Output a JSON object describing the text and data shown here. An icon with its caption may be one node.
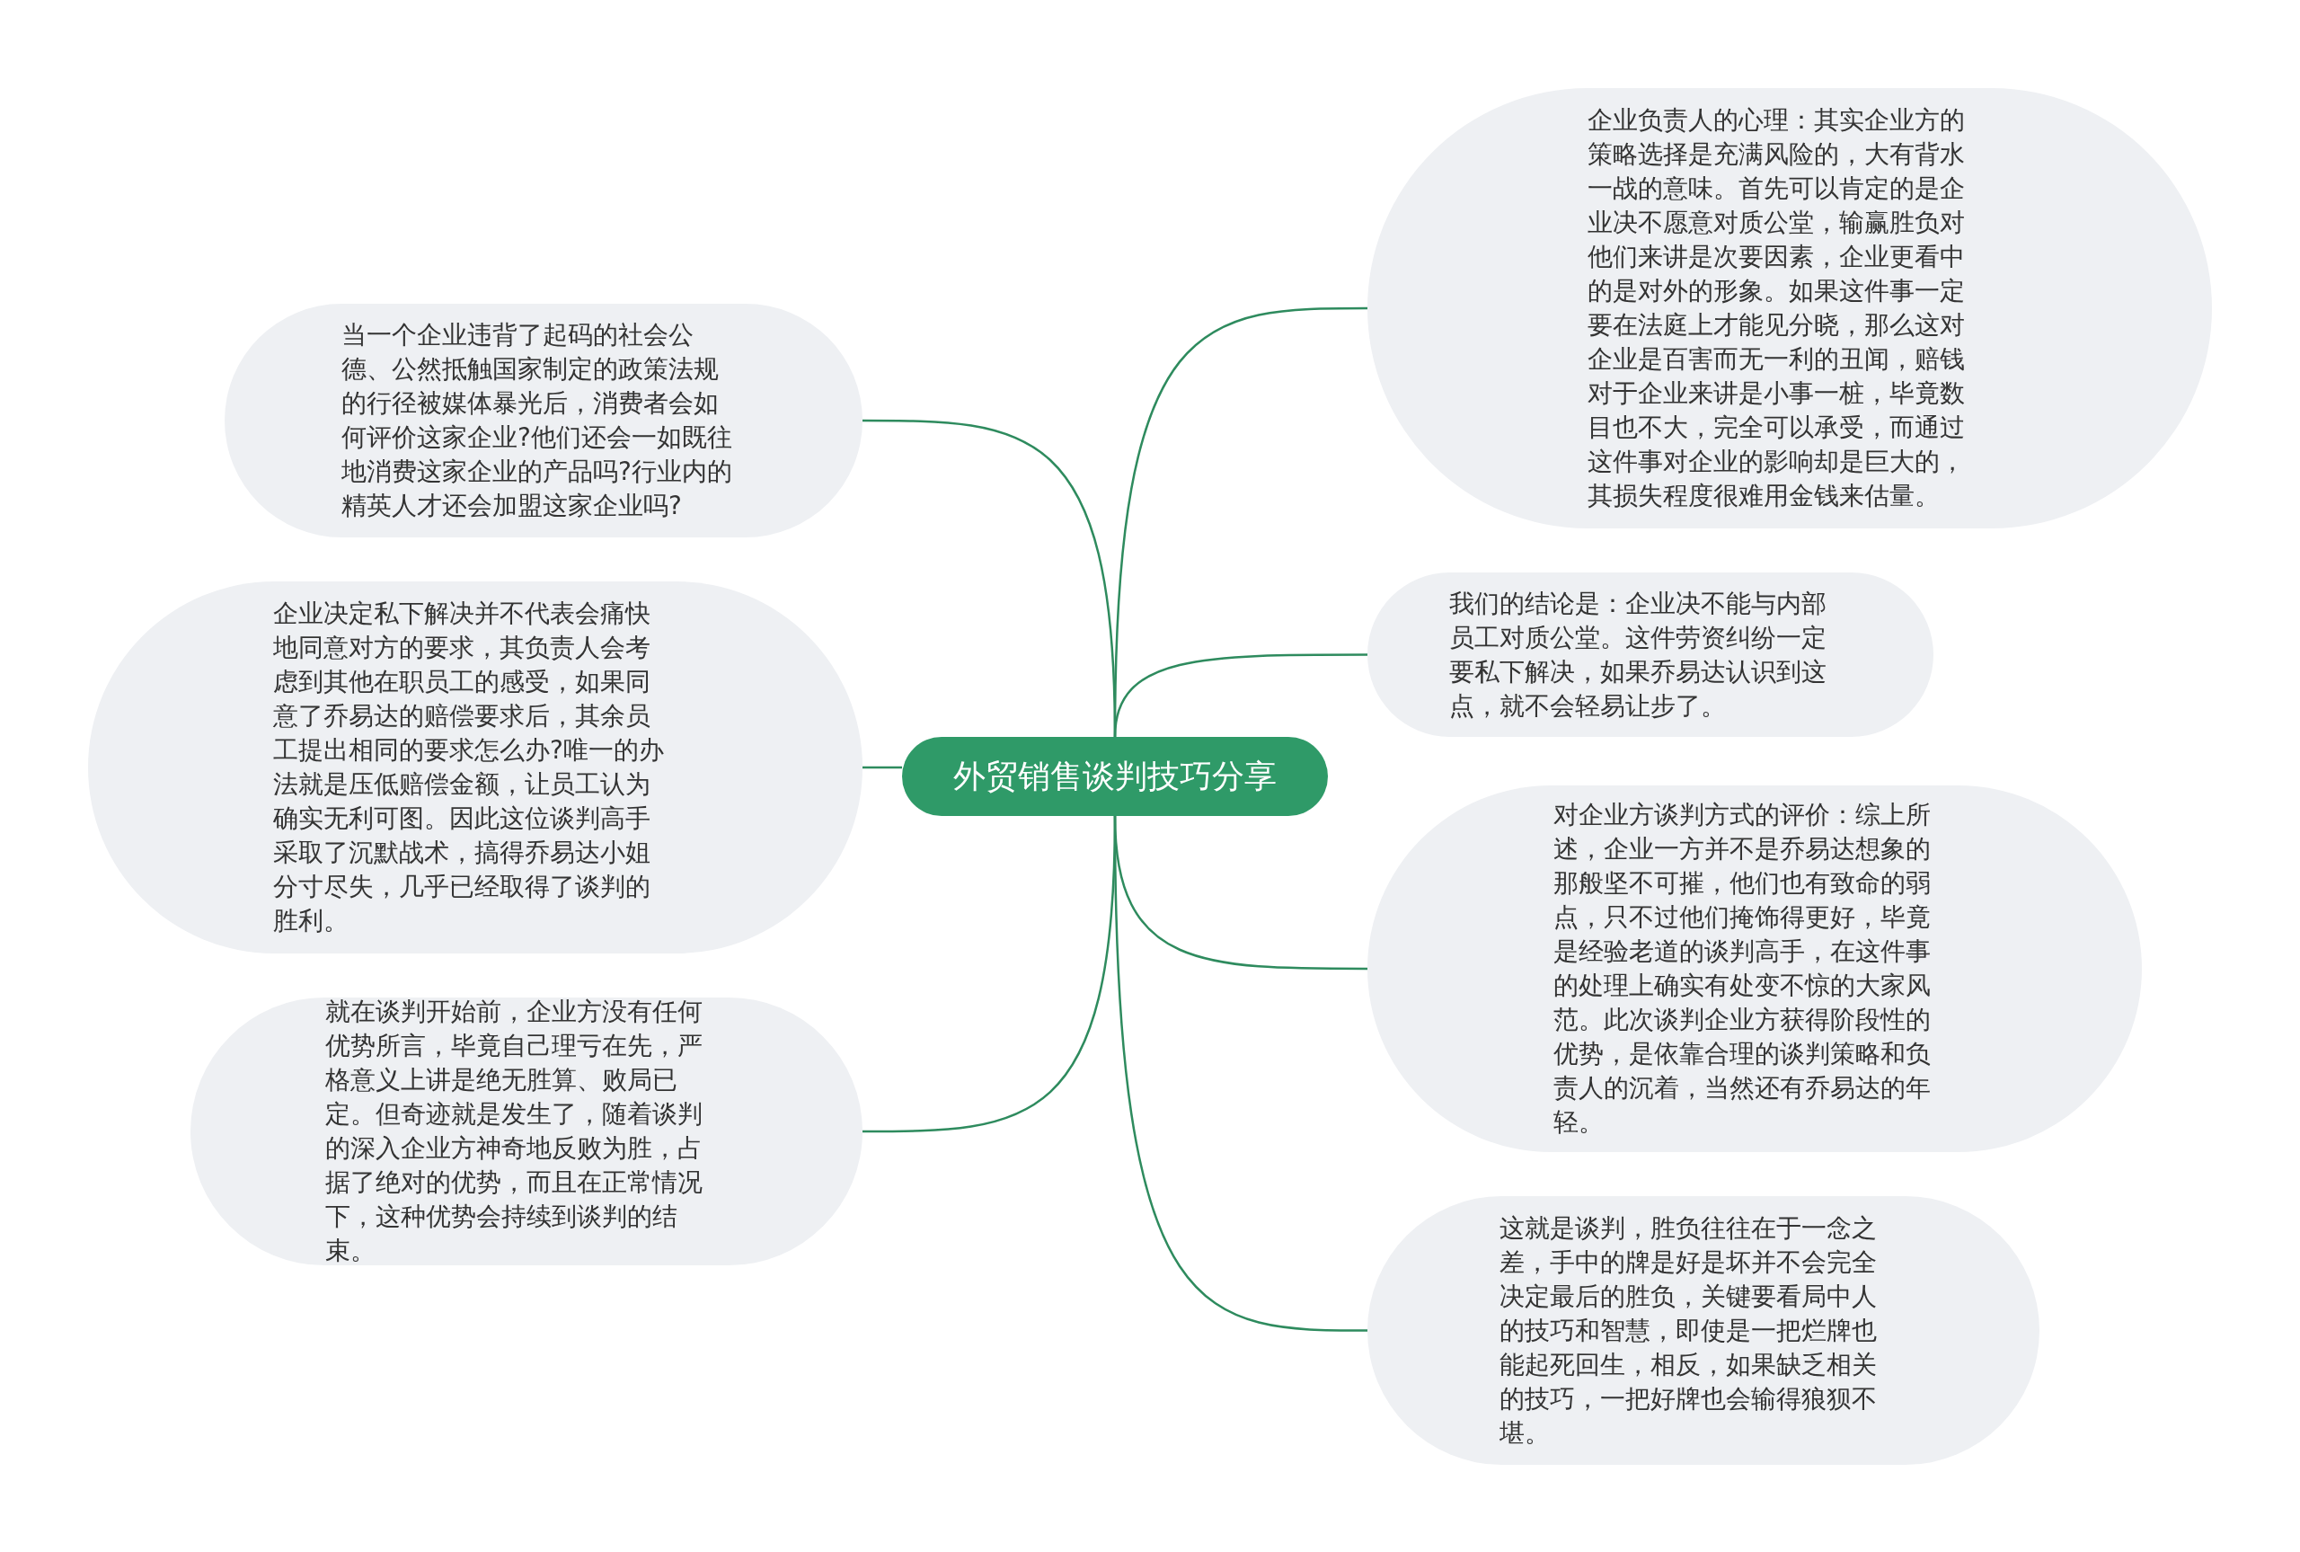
{
  "diagram": {
    "nodes": [
      {
        "text": [
          "外贸销售谈判技巧分享"
        ]
      },
      {
        "text": [
          "当一个企业违背了起码的社会公德、公然抵触国家制定的政策法规的行径被媒体暴光后，消费者会如何评价这家企业?他们还会一如既往地消费这家企业的产品吗?行业内的精英人才还会加盟这家企业吗?"
        ]
      },
      {
        "text": [
          "企业决定私下解决并不代表会痛快地同意对方的要求，其负责人会考虑到其他在职员工的感受，如果同意了乔易达的赔偿要求后，其余员工提出相同的要求怎么办?唯一的办法就是压低赔偿金额，让员工认为确实无利可图。因此这位谈判高手采取了沉默战术，搞得乔易达小姐分寸尽失，几乎已经取得了谈判的胜利。"
        ]
      },
      {
        "text": [
          "就在谈判开始前，企业方没有任何优势所言，毕竟自己理亏在先，严格意义上讲是绝无胜算、败局已定。但奇迹就是发生了，随着谈判的深入企业方神奇地反败为胜，占据了绝对的优势，而且在正常情况下，这种优势会持续到谈判的结束。"
        ]
      },
      {
        "text": [
          "企业负责人的心理：其实企业方的策略选择是充满风险的，大有背水一战的意味。首先可以肯定的是企业决不愿意对质公堂，输赢胜负对他们来讲是次要因素，企业更看中的是对外的形象。如果这件事一定要在法庭上才能见分晓，那么这对企业是百害而无一利的丑闻，赔钱对于企业来讲是小事一桩，毕竟数目也不大，完全可以承受，而通过这件事对企业的影响却是巨大的，其损失程度很难用金钱来估量。"
        ]
      },
      {
        "text": [
          "我们的结论是：企业决不能与内部员工对质公堂。这件劳资纠纷一定要私下解决，如果乔易达认识到这点，就不会轻易让步了。"
        ]
      },
      {
        "text": [
          "对企业方谈判方式的评价：综上所述，企业一方并不是乔易达想象的那般坚不可摧，他们也有致命的弱点，只不过他们掩饰得更好，毕竟是经验老道的谈判高手，在这件事的处理上确实有处变不惊的大家风范。此次谈判企业方获得阶段性的优势，是依靠合理的谈判策略和负责人的沉着，当然还有乔易达的年轻。"
        ]
      },
      {
        "text": [
          "这就是谈判，胜负往往在于一念之差，手中的牌是好是坏并不会完全决定最后的胜负，关键要看局中人的技巧和智慧，即使是一把烂牌也能起死回生，相反，如果缺乏相关的技巧，一把好牌也会输得狼狈不堪。"
        ]
      }
    ],
    "edges": [
      {
        "from": 0,
        "to": 1,
        "arrow": "none"
      },
      {
        "from": 0,
        "to": 2,
        "arrow": "none"
      },
      {
        "from": 0,
        "to": 3,
        "arrow": "none"
      },
      {
        "from": 0,
        "to": 4,
        "arrow": "none"
      },
      {
        "from": 0,
        "to": 5,
        "arrow": "none"
      },
      {
        "from": 0,
        "to": 6,
        "arrow": "none"
      },
      {
        "from": 0,
        "to": 7,
        "arrow": "none"
      }
    ]
  }
}
